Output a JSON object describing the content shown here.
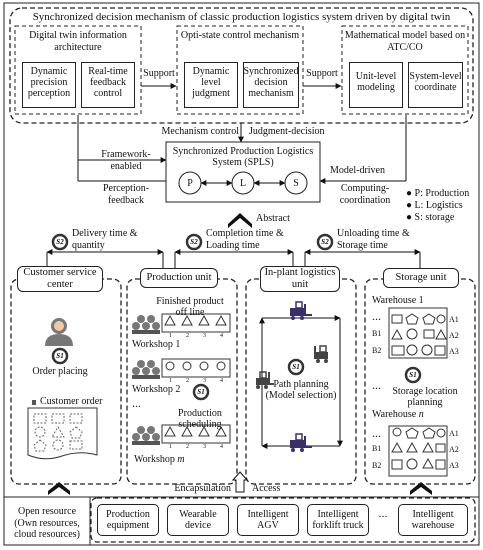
{
  "top": {
    "title": "Synchronized decision mechanism of classic production logistics system driven by digital twin",
    "col1": {
      "title": "Digital twin information architecture",
      "a": "Dynamic precision perception",
      "b": "Real-time feedback control"
    },
    "col2": {
      "title": "Opti-state control mechanism",
      "a": "Dynamic level judgment",
      "b": "Synchronized decision mechanism"
    },
    "col3": {
      "title": "Mathematical model based on ATC/CO",
      "a": "Unit-level modeling",
      "b": "System-level coordinate"
    },
    "support": "Support"
  },
  "middle": {
    "mechanism_control": "Mechanism control",
    "judgment_decision": "Judgment-decision",
    "framework_enabled": "Framework-enabled",
    "perception_feedback": "Perception-feedback",
    "model_driven": "Model-driven",
    "computing_coordination": "Computing-coordination",
    "spls_title": "Synchronized Production Logistics System (SPLS)",
    "nodes": [
      "P",
      "L",
      "S"
    ],
    "legend": [
      "P: Production",
      "L: Logistics",
      "S: storage"
    ],
    "abstract": "Abstract"
  },
  "sync": {
    "badge": "S2",
    "delivery": "Delivery time & quantity",
    "completion": "Completion time & Loading time",
    "unloading": "Unloading time & Storage time"
  },
  "units": {
    "customer": {
      "title": "Customer service center",
      "badge": "S1",
      "order_placing": "Order placing",
      "customer_order": "Customer order"
    },
    "production": {
      "title": "Production unit",
      "finished": "Finished product off line",
      "workshop1": "Workshop 1",
      "workshop2": "Workshop 2",
      "workshopm": "Workshop",
      "workshopm_var": "m",
      "scheduling": "Production scheduling",
      "badge": "S1",
      "slot_numbers": [
        "1",
        "2",
        "3",
        "4"
      ],
      "dots": "..."
    },
    "logistics": {
      "title": "In-plant logistics unit",
      "badge": "S1",
      "path_planning": "Path planning (Model selection)"
    },
    "storage": {
      "title": "Storage unit",
      "warehouse1": "Warehouse 1",
      "warehousen": "Warehouse",
      "warehousen_var": "n",
      "rows_left": [
        "B1",
        "B2"
      ],
      "rows_right": [
        "A1",
        "A2",
        "A3"
      ],
      "badge": "S1",
      "location_planning": "Storage location planning",
      "dots": "..."
    }
  },
  "bottom": {
    "encapsulation": "Encapsulation",
    "access": "Access",
    "open_resource_title": "Open resource",
    "open_resource_sub": "(Own resources, cloud resources)",
    "resources": [
      "Production equipment",
      "Wearable device",
      "Intelligent AGV",
      "Intelligent forklift truck",
      "Intelligent warehouse"
    ],
    "dots": "..."
  }
}
